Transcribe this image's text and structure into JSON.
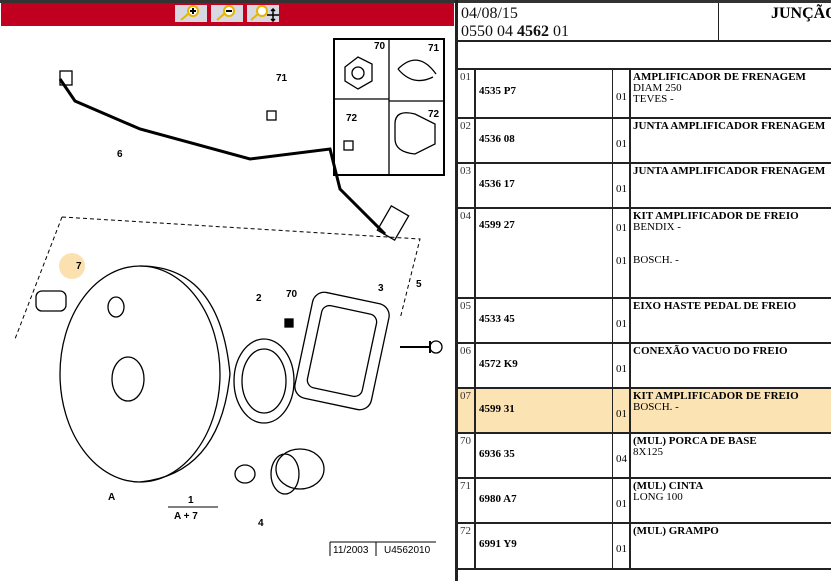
{
  "toolbar": {
    "zoom_in": "zoom-in-icon",
    "zoom_out": "zoom-out-icon",
    "zoom_pan": "zoom-pan-icon"
  },
  "header": {
    "date": "04/08/15",
    "code_prefix": "0550 04",
    "code_bold": "4562",
    "code_suffix": "01",
    "title": "JUNÇÃO"
  },
  "diagram": {
    "labels": [
      "71",
      "6",
      "72",
      "70",
      "71",
      "72",
      "7",
      "2",
      "70",
      "3",
      "5",
      "A",
      "1",
      "A + 7",
      "4"
    ],
    "date": "11/2003",
    "ref": "U4562010"
  },
  "rows": [
    {
      "idx": "01",
      "ref": "4535 P7",
      "qty": "01",
      "title": "AMPLIFICADOR DE FRENAGEM",
      "desc": [
        "DIAM 250",
        "TEVES -"
      ]
    },
    {
      "idx": "02",
      "ref": "4536 08",
      "qty": "01",
      "title": "JUNTA AMPLIFICADOR FRENAGEM",
      "desc": []
    },
    {
      "idx": "03",
      "ref": "4536 17",
      "qty": "01",
      "title": "JUNTA AMPLIFICADOR FRENAGEM",
      "desc": []
    },
    {
      "idx": "04",
      "ref": "4599 27",
      "qty": "01",
      "title": "KIT AMPLIFICADOR DE FREIO",
      "desc": [
        "BENDIX -"
      ],
      "qty2": "01",
      "desc2": "BOSCH. -"
    },
    {
      "idx": "05",
      "ref": "4533 45",
      "qty": "01",
      "title": "EIXO HASTE PEDAL DE FREIO",
      "desc": []
    },
    {
      "idx": "06",
      "ref": "4572 K9",
      "qty": "01",
      "title": "CONEXÃO VACUO DO FREIO",
      "desc": []
    },
    {
      "idx": "07",
      "ref": "4599 31",
      "qty": "01",
      "title": "KIT AMPLIFICADOR DE FREIO",
      "desc": [
        "BOSCH. -"
      ],
      "selected": true
    },
    {
      "idx": "70",
      "ref": "6936 35",
      "qty": "04",
      "title": "(MUL) PORCA DE BASE",
      "desc": [
        "8X125"
      ]
    },
    {
      "idx": "71",
      "ref": "6980 A7",
      "qty": "01",
      "title": "(MUL) CINTA",
      "desc": [
        "LONG 100"
      ]
    },
    {
      "idx": "72",
      "ref": "6991 Y9",
      "qty": "01",
      "title": "(MUL) GRAMPO",
      "desc": []
    }
  ]
}
